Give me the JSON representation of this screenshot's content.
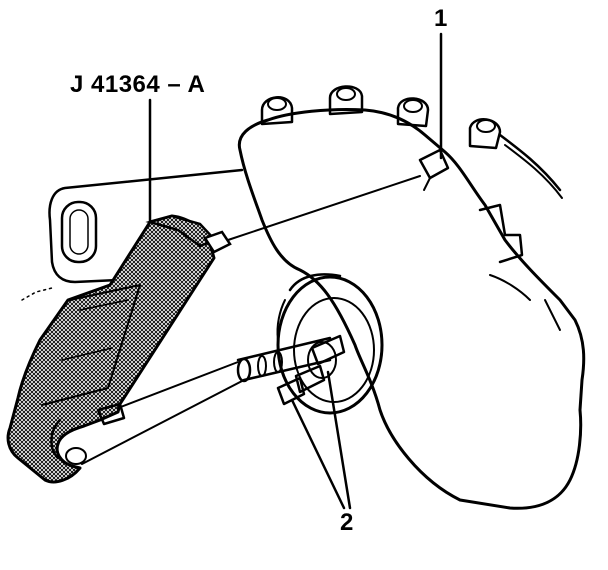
{
  "callouts": {
    "tool": "J 41364 – A",
    "item_1": "1",
    "item_2": "2"
  },
  "colors": {
    "ink": "#000000",
    "paper": "#ffffff",
    "tool_hatch": "#000000"
  }
}
